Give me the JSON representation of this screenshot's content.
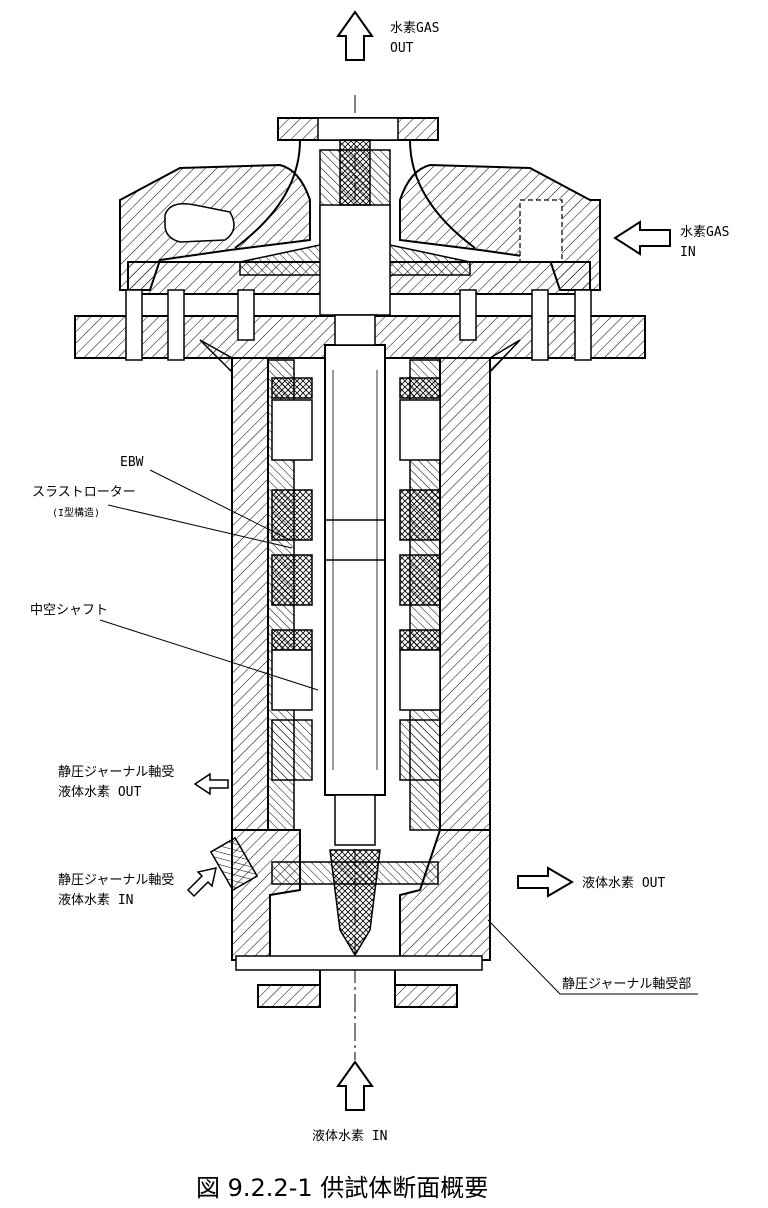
{
  "labels": {
    "top_out_line1": "水素GAS",
    "top_out_line2": "OUT",
    "right_in_line1": "水素GAS",
    "right_in_line2": "IN",
    "ebw": "EBW",
    "thrust_rotor": "スラストローター",
    "thrust_rotor_note": "(I型構造)",
    "hollow_shaft": "中空シャフト",
    "bearing_out_line1": "静圧ジャーナル軸受",
    "bearing_out_line2": "液体水素 OUT",
    "bearing_in_line1": "静圧ジャーナル軸受",
    "bearing_in_line2": "液体水素 IN",
    "liquid_out": "液体水素 OUT",
    "journal_part": "静圧ジャーナル軸受部",
    "liquid_in": "液体水素 IN"
  },
  "caption": "図 9.2.2-1 供試体断面概要"
}
